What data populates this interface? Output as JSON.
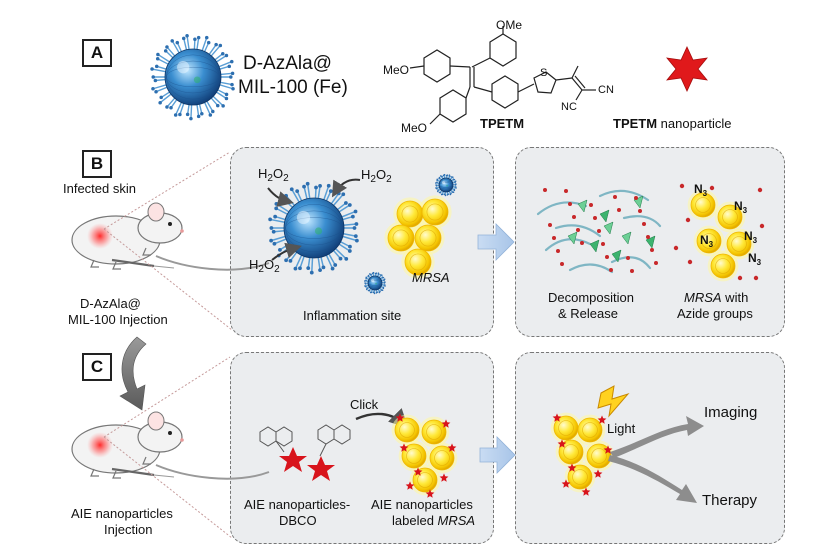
{
  "section_labels": {
    "a": "A",
    "b": "B",
    "c": "C"
  },
  "panel_a": {
    "mof_label_line1": "D-AzAla@",
    "mof_label_line2": "MIL-100 (Fe)",
    "ome_top": "OMe",
    "ome_left": "MeO",
    "ome_bottom": "MeO",
    "thiophene_s": "S",
    "cn_right": "CN",
    "cn_bottom": "NC",
    "tpetm_label": "TPETM",
    "nanoparticle_bold": "TPETM",
    "nanoparticle_rest": " nanoparticle"
  },
  "panel_b": {
    "infected_skin": "Infected skin",
    "injection_line1": "D-AzAla@",
    "injection_line2": "MIL-100 Injection",
    "h2o2_1": "H",
    "h2o2_label": "H2O2",
    "mrsa": "MRSA",
    "inflammation_site": "Inflammation site",
    "decomposition_line1": "Decomposition",
    "decomposition_line2": "& Release",
    "azide_line1_italic": "MRSA",
    "azide_line1_rest": " with",
    "azide_line2": "Azide groups",
    "n3": "N3"
  },
  "panel_c": {
    "aie_injection_line1": "AIE nanoparticles",
    "aie_injection_line2": "Injection",
    "click": "Click",
    "dbco_line1": "AIE nanoparticles-",
    "dbco_line2": "DBCO",
    "labeled_line1": "AIE nanoparticles",
    "labeled_line2_prefix": "labeled ",
    "labeled_line2_italic": "MRSA",
    "light": "Light",
    "imaging": "Imaging",
    "therapy": "Therapy"
  }
}
